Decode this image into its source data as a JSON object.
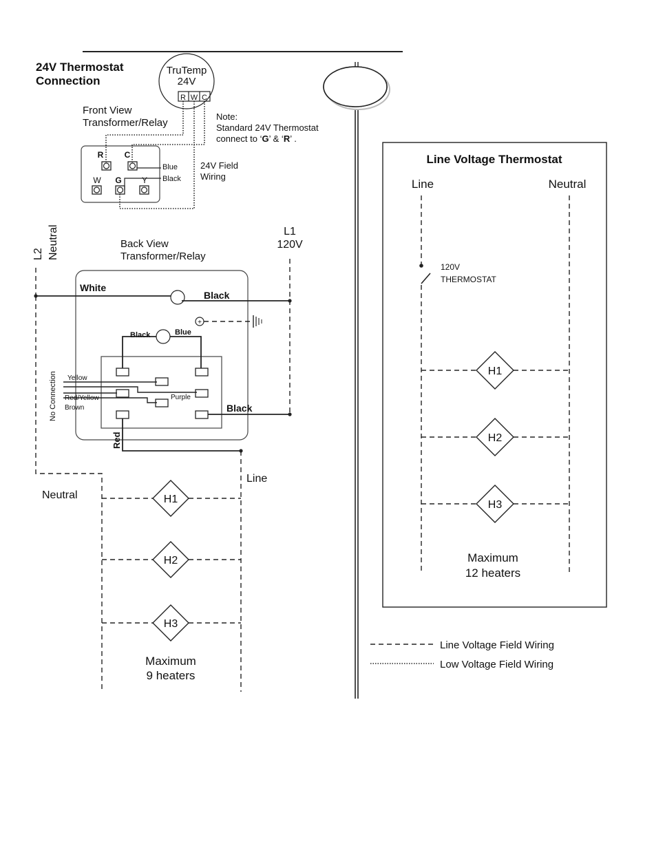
{
  "tstat24": {
    "title_l1": "24V Thermostat",
    "title_l2": "Connection",
    "name": "TruTemp",
    "voltage": "24V",
    "terminals": [
      "R",
      "W",
      "C"
    ],
    "note_l1": "Note:",
    "note_l2": "Standard 24V Thermostat",
    "note_l3_a": "connect to ‘",
    "note_l3_g": "G",
    "note_l3_b": "’ & ‘",
    "note_l3_r": "R",
    "note_l3_c": "’ ."
  },
  "front_view": {
    "title_l1": "Front View",
    "title_l2": "Transformer/Relay",
    "terminals": [
      "R",
      "C",
      "W",
      "G",
      "Y"
    ],
    "wire_blue": "Blue",
    "wire_black": "Black",
    "field_l1": "24V Field",
    "field_l2": "Wiring"
  },
  "supply": {
    "l2": "L2",
    "neutral": "Neutral",
    "l1": "L1",
    "l1_voltage": "120V"
  },
  "back_view": {
    "title_l1": "Back View",
    "title_l2": "Transformer/Relay",
    "white": "White",
    "black_top": "Black",
    "black_inner": "Black",
    "blue": "Blue",
    "no_connection": "No Connection",
    "yellow": "Yellow",
    "red_yellow": "Red/Yellow",
    "brown": "Brown",
    "purple": "Purple",
    "black_right": "Black",
    "red": "Red"
  },
  "left_heaters": {
    "neutral": "Neutral",
    "line": "Line",
    "heaters": [
      "H1",
      "H2",
      "H3"
    ],
    "max_l1": "Maximum",
    "max_l2": "9 heaters"
  },
  "line_voltage": {
    "title": "Line Voltage Thermostat",
    "line": "Line",
    "neutral": "Neutral",
    "tstat_l1": "120V",
    "tstat_l2": "THERMOSTAT",
    "heaters": [
      "H1",
      "H2",
      "H3"
    ],
    "max_l1": "Maximum",
    "max_l2": "12 heaters"
  },
  "legend": {
    "line_voltage": "Line Voltage Field Wiring",
    "low_voltage": "Low Voltage Field Wiring"
  }
}
